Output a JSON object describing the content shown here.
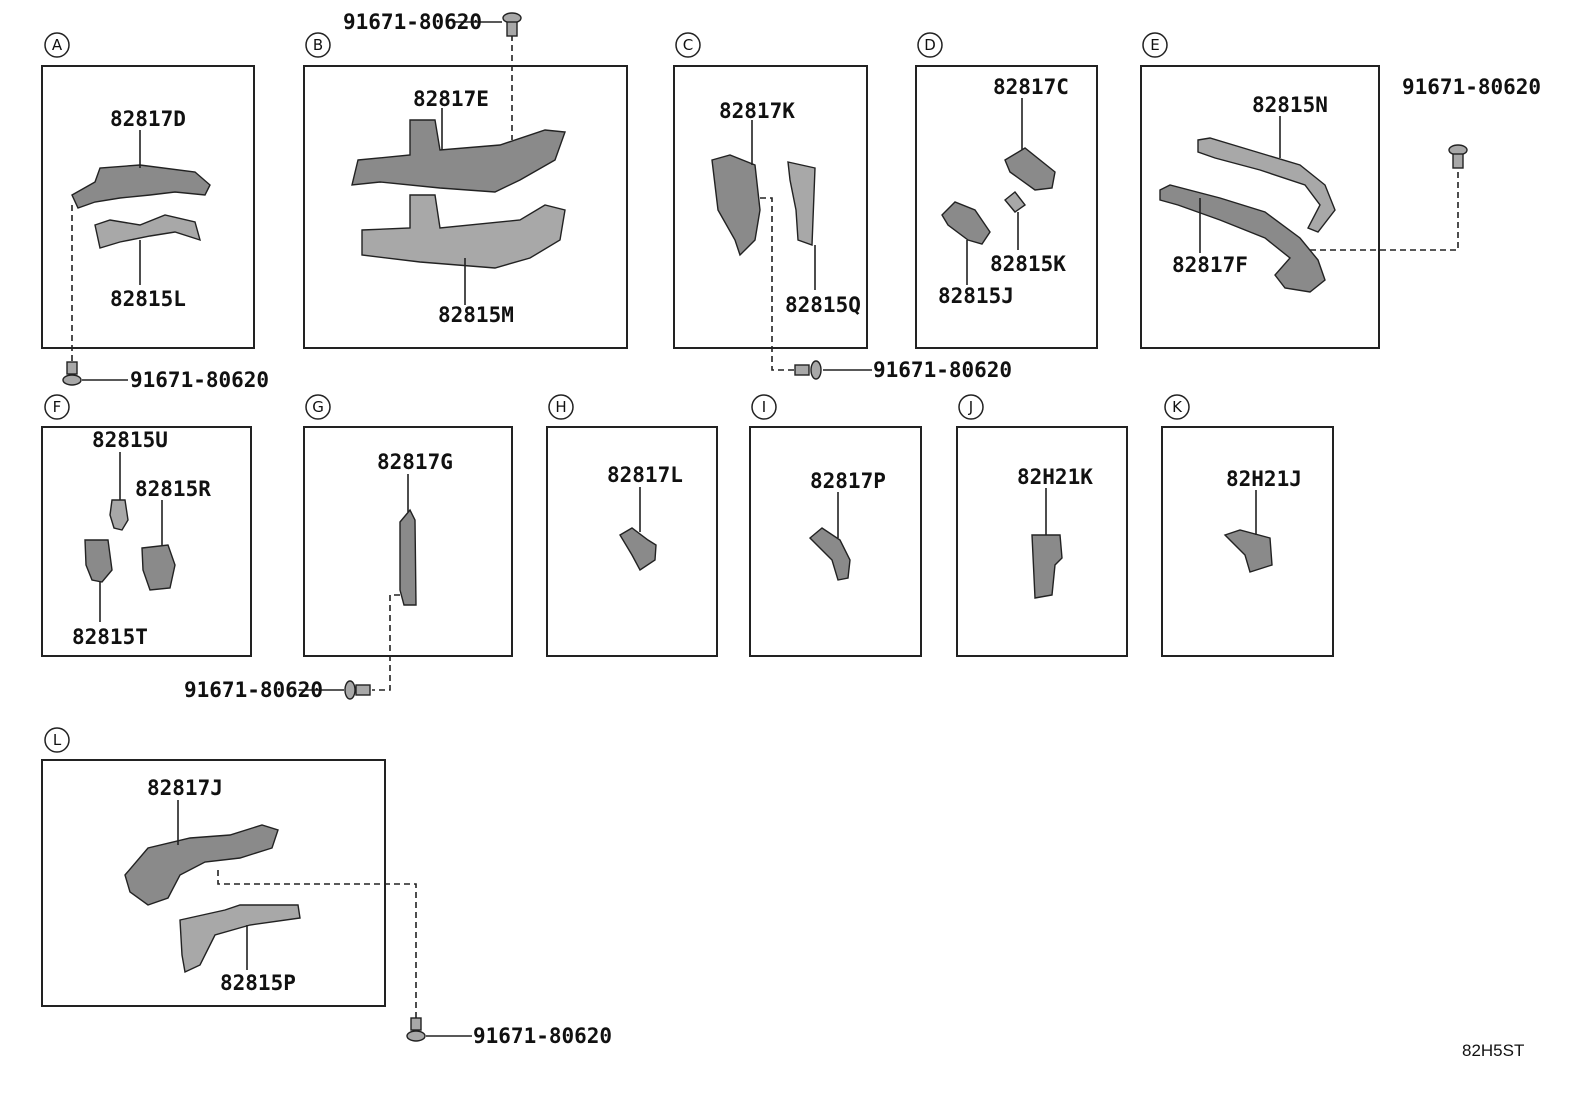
{
  "sections": [
    {
      "id": "A",
      "parts": [
        "82817D",
        "82815L"
      ]
    },
    {
      "id": "B",
      "parts": [
        "82817E",
        "82815M"
      ]
    },
    {
      "id": "C",
      "parts": [
        "82817K",
        "82815Q"
      ]
    },
    {
      "id": "D",
      "parts": [
        "82817C",
        "82815K",
        "82815J"
      ]
    },
    {
      "id": "E",
      "parts": [
        "82815N",
        "82817F"
      ]
    },
    {
      "id": "F",
      "parts": [
        "82815U",
        "82815R",
        "82815T"
      ]
    },
    {
      "id": "G",
      "parts": [
        "82817G"
      ]
    },
    {
      "id": "H",
      "parts": [
        "82817L"
      ]
    },
    {
      "id": "I",
      "parts": [
        "82817P"
      ]
    },
    {
      "id": "J",
      "parts": [
        "82H21K"
      ]
    },
    {
      "id": "K",
      "parts": [
        "82H21J"
      ]
    },
    {
      "id": "L",
      "parts": [
        "82817J",
        "82815P"
      ]
    }
  ],
  "bolt_part": "91671-80620",
  "diagram_code": "82H5ST"
}
